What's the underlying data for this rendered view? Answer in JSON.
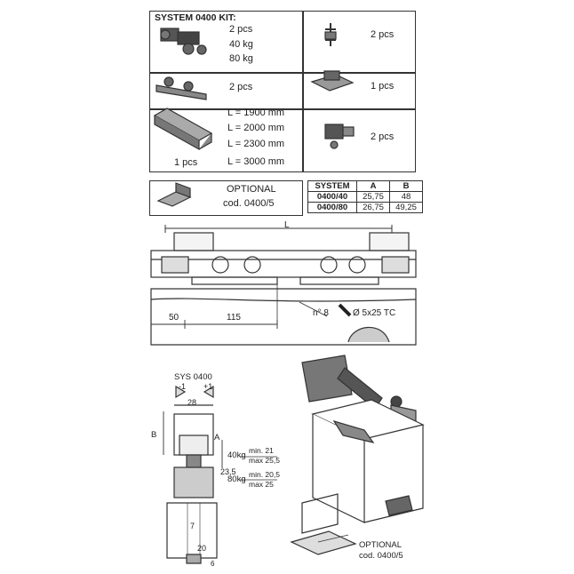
{
  "kit": {
    "title": "SYSTEM 0400 KIT:",
    "rows": [
      {
        "left_lines": [
          "2 pcs",
          "40 kg",
          "80 kg"
        ],
        "right_qty": "2 pcs"
      },
      {
        "left_lines": [
          "2 pcs"
        ],
        "right_qty": "1 pcs"
      },
      {
        "left_lines": [
          "L = 1900 mm",
          "L = 2000 mm",
          "L = 2300 mm",
          "L = 3000 mm"
        ],
        "left_qty": "1 pcs",
        "right_qty": "2 pcs"
      }
    ]
  },
  "optional": {
    "label": "OPTIONAL",
    "code": "cod. 0400/5"
  },
  "dim_table": {
    "headers": [
      "SYSTEM",
      "A",
      "B"
    ],
    "rows": [
      [
        "0400/40",
        "25,75",
        "48"
      ],
      [
        "0400/80",
        "26,75",
        "49,25"
      ]
    ]
  },
  "top_view": {
    "L": "L",
    "d50": "50",
    "d115": "115",
    "n8": "n° 8",
    "screw": "Ø 5x25 TC"
  },
  "section": {
    "sys": "SYS 0400",
    "m1": "-1",
    "p1": "+1",
    "w28": "28",
    "B": "B",
    "A": "A",
    "h235": "23,5",
    "kg40": "40kg",
    "kg40_min": "min. 21",
    "kg40_max": "max 25,5",
    "kg80": "80kg",
    "kg80_min": "min. 20,5",
    "kg80_max": "max 25",
    "d7": "7",
    "d20": "20",
    "d6": "6"
  },
  "iso": {
    "label": "OPTIONAL",
    "code": "cod. 0400/5"
  }
}
